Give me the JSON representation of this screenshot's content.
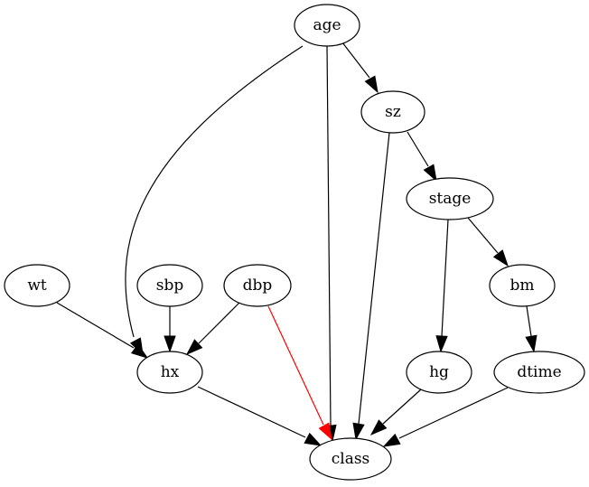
{
  "graph": {
    "nodes": [
      {
        "id": "age",
        "label": "age"
      },
      {
        "id": "sz",
        "label": "sz"
      },
      {
        "id": "stage",
        "label": "stage"
      },
      {
        "id": "wt",
        "label": "wt"
      },
      {
        "id": "sbp",
        "label": "sbp"
      },
      {
        "id": "dbp",
        "label": "dbp"
      },
      {
        "id": "bm",
        "label": "bm"
      },
      {
        "id": "hx",
        "label": "hx"
      },
      {
        "id": "hg",
        "label": "hg"
      },
      {
        "id": "dtime",
        "label": "dtime"
      },
      {
        "id": "class",
        "label": "class"
      }
    ],
    "edges": [
      {
        "from": "age",
        "to": "sz",
        "color": "#000000"
      },
      {
        "from": "age",
        "to": "hx",
        "color": "#000000"
      },
      {
        "from": "age",
        "to": "class",
        "color": "#000000"
      },
      {
        "from": "sz",
        "to": "stage",
        "color": "#000000"
      },
      {
        "from": "sz",
        "to": "class",
        "color": "#000000"
      },
      {
        "from": "stage",
        "to": "hg",
        "color": "#000000"
      },
      {
        "from": "stage",
        "to": "bm",
        "color": "#000000"
      },
      {
        "from": "bm",
        "to": "dtime",
        "color": "#000000"
      },
      {
        "from": "wt",
        "to": "hx",
        "color": "#000000"
      },
      {
        "from": "sbp",
        "to": "hx",
        "color": "#000000"
      },
      {
        "from": "dbp",
        "to": "hx",
        "color": "#000000"
      },
      {
        "from": "dbp",
        "to": "class",
        "color": "#ff0000"
      },
      {
        "from": "hx",
        "to": "class",
        "color": "#000000"
      },
      {
        "from": "hg",
        "to": "class",
        "color": "#000000"
      },
      {
        "from": "dtime",
        "to": "class",
        "color": "#000000"
      }
    ]
  }
}
